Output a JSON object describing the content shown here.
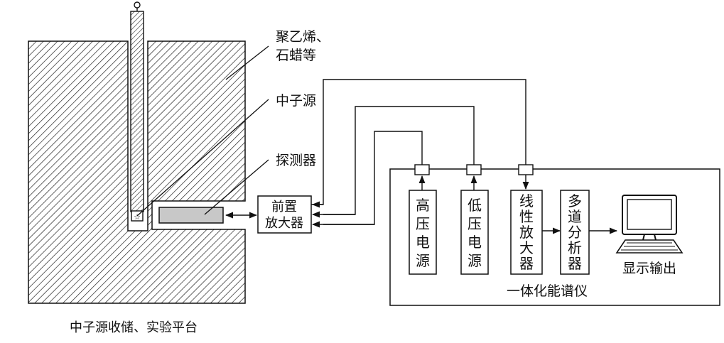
{
  "labels": {
    "moderator": [
      "聚乙烯、",
      "石蜡等"
    ],
    "neutron_source": "中子源",
    "detector": "探测器",
    "preamp": [
      "前置",
      "放大器"
    ],
    "hv": "高压电源",
    "lv": "低压电源",
    "linear_amp": "线性放大器",
    "mca": "多道分析器",
    "display": "显示输出",
    "integrated": "一体化能谱仪",
    "platform": "中子源收储、实验平台"
  },
  "colors": {
    "line": "#111111",
    "detector_fill": "#c8c8c8",
    "hatch": "#222222"
  },
  "icons": {
    "display": "computer-monitor-icon"
  }
}
